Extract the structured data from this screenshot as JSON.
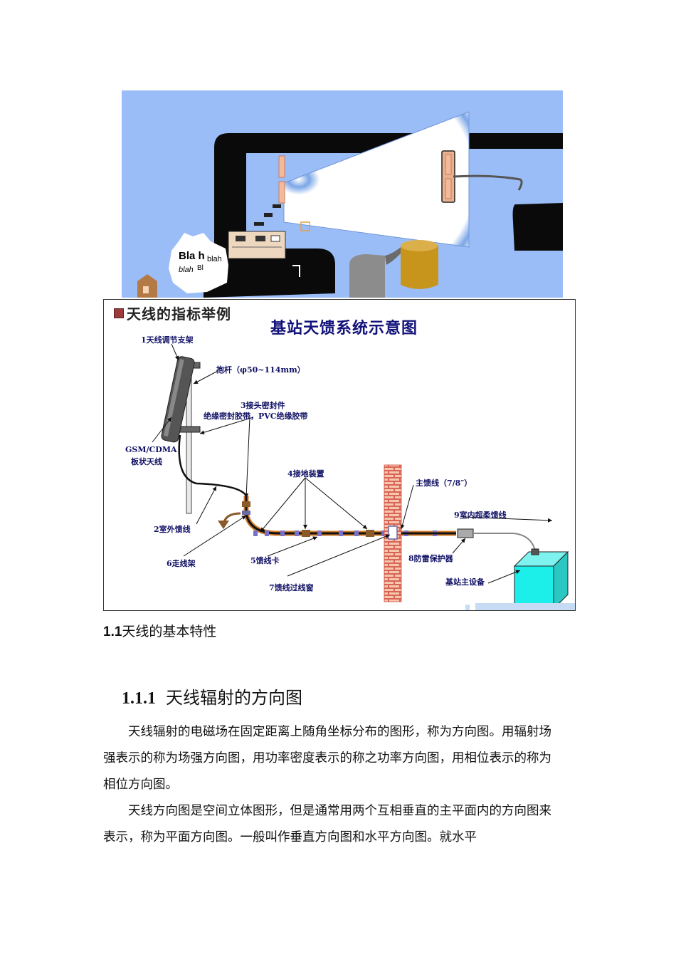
{
  "figure1": {
    "blah_big": "Bla h",
    "blah_small": "blah",
    "blah_italic": "blah",
    "blah_fragment": "Bl"
  },
  "figure2": {
    "corner_title": "天线的指标举例",
    "title": "基站天馈系统示意图",
    "labels": {
      "bracket": "1天线调节支架",
      "pole": "抱杆（φ50~114mm）",
      "seal": "3接头密封件",
      "seal_detail": "绝缘密封胶带，PVC绝缘胶带",
      "antenna1": "GSM/CDMA",
      "antenna2": "板状天线",
      "grounding": "4接地装置",
      "main_feeder": "主馈线（7/8″）",
      "indoor_jumper": "9室内超柔馈线",
      "outdoor_jumper": "2室外馈线",
      "cable_rack": "6走线架",
      "feeder_clip": "5馈线卡",
      "lightning": "8防雷保护器",
      "bts": "基站主设备",
      "feed_window": "7馈线过线窗"
    }
  },
  "section": {
    "number": "1.1",
    "title": "天线的基本特性"
  },
  "subsection": {
    "number": "1.1.1",
    "title": "天线辐射的方向图"
  },
  "paragraphs": [
    "天线辐射的电磁场在固定距离上随角坐标分布的图形，称为方向图。用辐射场强表示的称为场强方向图，用功率密度表示的称之功率方向图，用相位表示的称为相位方向图。",
    "天线方向图是空间立体图形，但是通常用两个互相垂直的主平面内的方向图来表示，称为平面方向图。一般叫作垂直方向图和水平方向图。就水平"
  ]
}
